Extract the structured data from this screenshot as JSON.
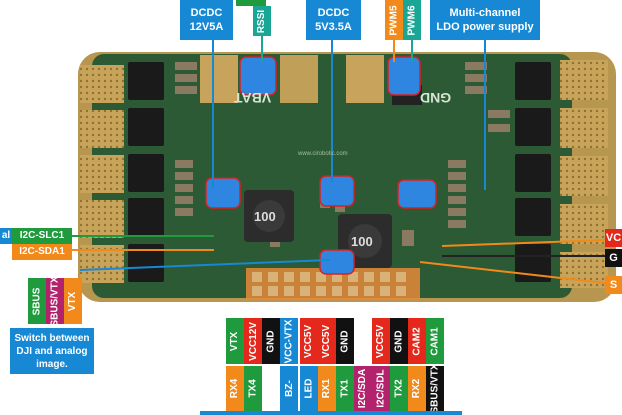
{
  "board": {
    "silk_vbat": "VBAT",
    "silk_gnd": "GND",
    "silk_url": "www.cirobotic.com",
    "inductor_left": "100",
    "inductor_center": "100"
  },
  "callouts": {
    "dcdc_12v": "DCDC\n12V5A",
    "rssi": "RSSI",
    "dcdc_5v": "DCDC\n5V3.5A",
    "pwm5": "PWM5",
    "pwm6": "PWM6",
    "ldo": "Multi-channel\nLDO power supply",
    "i2c_slc1": "I2C-SLC1",
    "i2c_sda1": "I2C-SDA1",
    "left_cut": "al",
    "sbus": "SBUS",
    "sbus_vtx": "SBUS/VTX",
    "vtx_side": "VTX",
    "switch_note": "Switch between\nDJI and analog\nimage.",
    "right_vc": "VC",
    "right_g": "G",
    "right_s": "S"
  },
  "pins_top": [
    "VTX",
    "VCC12V",
    "GND",
    "VCC-VTX",
    "VCC5V",
    "VCC5V",
    "GND",
    "VCC5V",
    "GND",
    "CAM2",
    "CAM1"
  ],
  "pins_bottom": [
    "RX4",
    "TX4",
    "BZ-",
    "LED",
    "RX1",
    "TX1",
    "I2C/SDA",
    "I2C/SDL",
    "TX2",
    "RX2",
    "SBUS/VTX"
  ],
  "colors": {
    "pcb": "#2b5a34",
    "label_blue": "#1788d4",
    "label_green": "#1f9a3c",
    "label_orange": "#f18a1a",
    "label_red": "#e4281c",
    "label_teal": "#1aa694"
  }
}
